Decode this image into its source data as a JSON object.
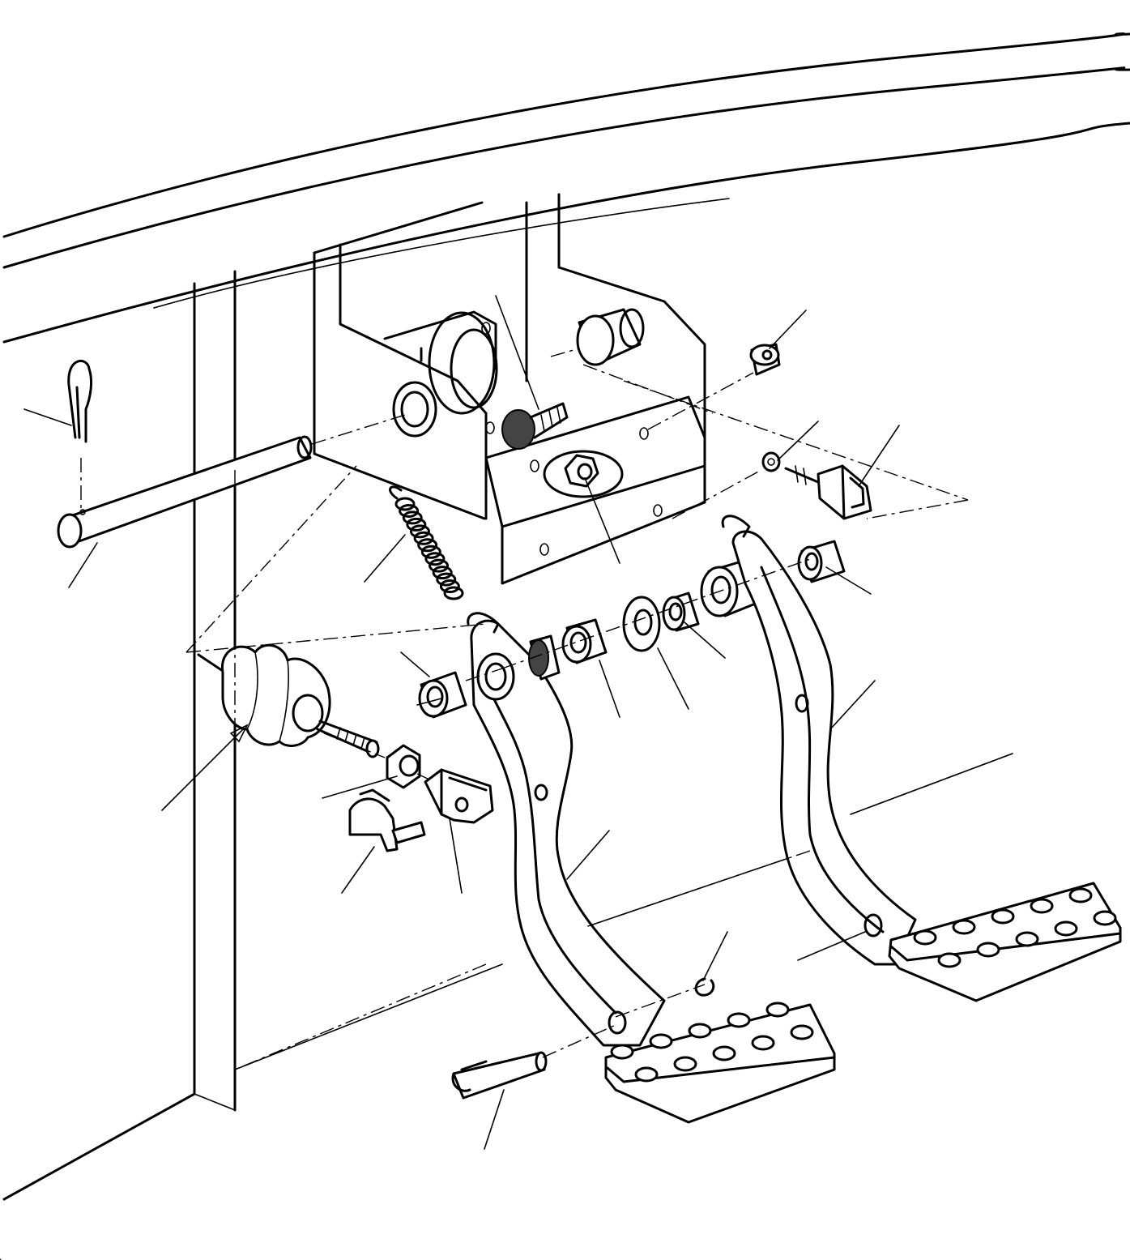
{
  "figure": {
    "subject": "pedal-assembly-exploded-view",
    "background": "#ffffff",
    "ink": "#000000"
  },
  "parts": [
    {
      "id": "cotter-pin",
      "icon": "cotter-pin-icon"
    },
    {
      "id": "pivot-shaft",
      "icon": "shaft-icon"
    },
    {
      "id": "mounting-bracket",
      "icon": "bracket-icon"
    },
    {
      "id": "adjusting-bolt",
      "icon": "bolt-icon"
    },
    {
      "id": "lock-nut",
      "icon": "nut-icon"
    },
    {
      "id": "washer",
      "icon": "washer-icon"
    },
    {
      "id": "pedal-switch",
      "icon": "switch-icon"
    },
    {
      "id": "return-spring",
      "icon": "spring-icon"
    },
    {
      "id": "master-cylinder-boot",
      "icon": "boot-icon"
    },
    {
      "id": "push-rod-nut",
      "icon": "nut-icon"
    },
    {
      "id": "clevis",
      "icon": "clevis-icon"
    },
    {
      "id": "clip",
      "icon": "clip-icon"
    },
    {
      "id": "bushing",
      "icon": "bushing-icon"
    },
    {
      "id": "spacer",
      "icon": "spacer-icon"
    },
    {
      "id": "thrust-washer",
      "icon": "washer-icon"
    },
    {
      "id": "left-pedal",
      "icon": "pedal-icon"
    },
    {
      "id": "right-pedal",
      "icon": "pedal-icon"
    },
    {
      "id": "clevis-pin",
      "icon": "pin-icon"
    },
    {
      "id": "snap-ring",
      "icon": "ring-icon"
    }
  ]
}
